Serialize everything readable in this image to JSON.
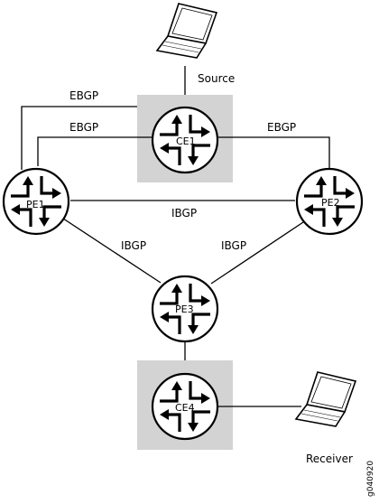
{
  "colors": {
    "device_box": "#d3d3d3",
    "router_fill": "#ffffff",
    "router_stroke": "#000000",
    "line": "#000000"
  },
  "icons": {
    "router": "router-icon",
    "laptop": "laptop-icon"
  },
  "hosts": {
    "source": "Source",
    "receiver": "Receiver"
  },
  "routers": {
    "ce1": "CE1",
    "pe1": "PE1",
    "pe2": "PE2",
    "pe3": "PE3",
    "ce4": "CE4"
  },
  "links": {
    "pe1_ce1_outer": "EBGP",
    "pe1_ce1_inner": "EBGP",
    "ce1_pe2": "EBGP",
    "pe1_pe2": "IBGP",
    "pe1_pe3": "IBGP",
    "pe2_pe3": "IBGP"
  },
  "figure_id": "g040920"
}
